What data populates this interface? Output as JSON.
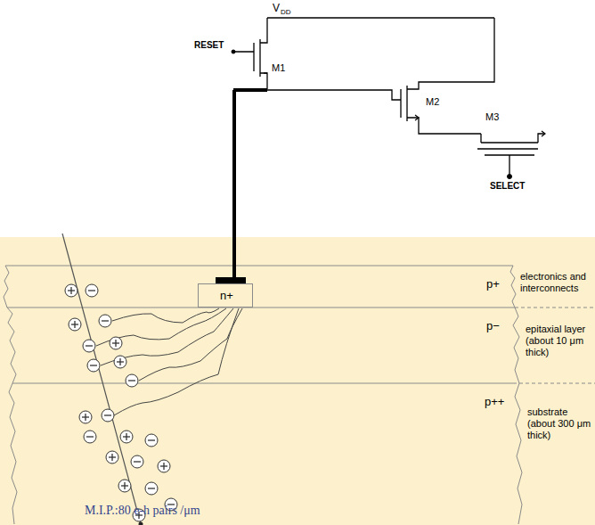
{
  "diagram": {
    "nodes": [
      {
        "text": [
          "p+",
          "electronics and interconnects"
        ]
      },
      {
        "text": [
          "n+"
        ],
        "in": 0
      },
      {
        "text": [
          "p−",
          "epitaxial layer (about 10 μm thick)"
        ]
      },
      {
        "text": [
          "p++",
          "substrate (about 300 μm thick)"
        ]
      }
    ],
    "labels": [
      "V",
      "DD",
      "RESET",
      "M1",
      "M2",
      "M3",
      "SELECT",
      "M.I.P.:80 e-h pairs /μm"
    ]
  }
}
